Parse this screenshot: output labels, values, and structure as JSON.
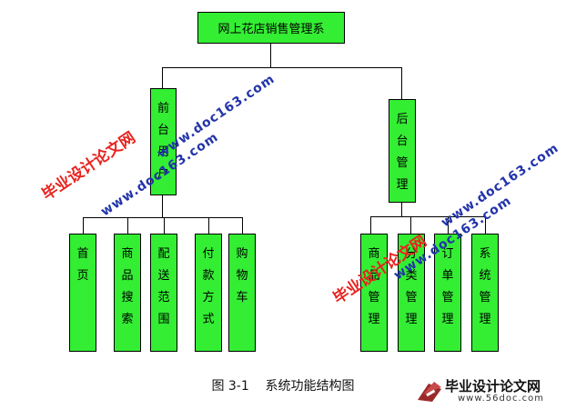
{
  "diagram": {
    "root": "网上花店销售管理系",
    "groups": [
      {
        "label": "前台用户",
        "children": [
          "首页",
          "商品搜索",
          "配送范围",
          "付款方式",
          "购物车"
        ]
      },
      {
        "label": "后台管理",
        "children": [
          "商品管理",
          "分类管理",
          "订单管理",
          "系统管理"
        ]
      }
    ]
  },
  "caption": "图 3-1    系统功能结构图",
  "watermarks": {
    "site_name": "毕业设计论文网",
    "site_url": "www.doc163.com",
    "logo_name": "毕业设计论文网",
    "logo_url": "www.56doc.com"
  },
  "colors": {
    "node_fill": "#33ee33",
    "watermark_red": "#e8231f",
    "watermark_blue": "#2233aa"
  }
}
